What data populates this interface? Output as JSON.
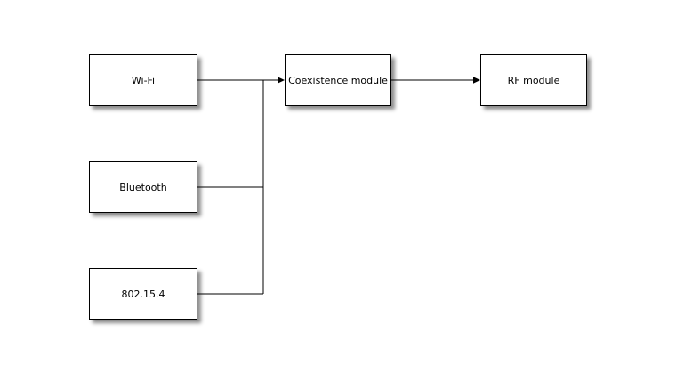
{
  "diagram": {
    "nodes": {
      "wifi": {
        "label": "Wi-Fi"
      },
      "bluetooth": {
        "label": "Bluetooth"
      },
      "ieee802154": {
        "label": "802.15.4"
      },
      "coexistence": {
        "label": "Coexistence module"
      },
      "rf": {
        "label": "RF module"
      }
    },
    "edges": [
      {
        "from": "Wi-Fi",
        "to": "Coexistence module",
        "arrow": true
      },
      {
        "from": "Bluetooth",
        "to": "Coexistence module",
        "arrow": true
      },
      {
        "from": "802.15.4",
        "to": "Coexistence module",
        "arrow": true
      },
      {
        "from": "Coexistence module",
        "to": "RF module",
        "arrow": true
      }
    ],
    "colors": {
      "background": "#ffffff",
      "node_fill": "#ffffff",
      "node_border": "#000000",
      "line": "#000000",
      "text": "#000000",
      "shadow": "#999999"
    }
  }
}
